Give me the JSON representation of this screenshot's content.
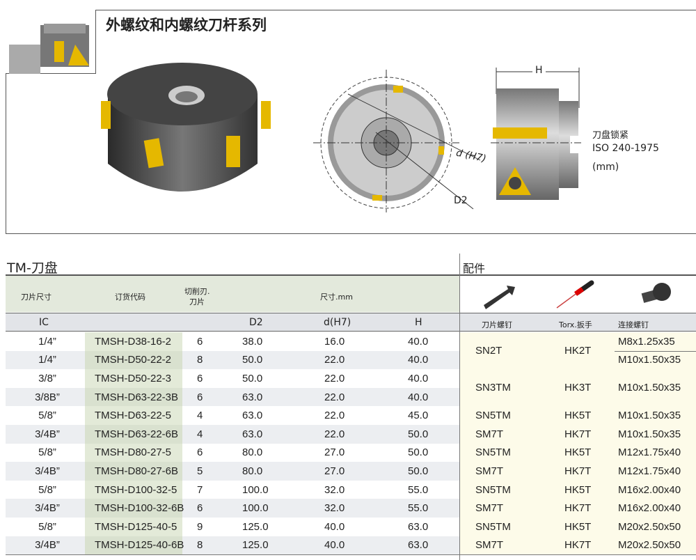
{
  "header": {
    "title": "外螺纹和内螺纹刀杆系列"
  },
  "drawing": {
    "dim_h": "H",
    "dim_d": "d (H7)",
    "dim_d2": "D2",
    "note_line1": "刀盘锁紧",
    "note_line2": "ISO 240-1975",
    "note_line3": "(mm)"
  },
  "colors": {
    "insert": "#e5b800",
    "code_col": "#e3ead8",
    "accessory_bg": "#fdfbe9",
    "header_bg": "#e3e9dc"
  },
  "section_left": "TM-刀盘",
  "section_right": "配件",
  "columns": {
    "ic_cn": "刀片尺寸",
    "code_cn": "订货代码",
    "teeth_cn1": "切削刃.",
    "teeth_cn2": "刀片",
    "dims_cn": "尺寸.mm",
    "ic": "IC",
    "d2": "D2",
    "dh7": "d(H7)",
    "h": "H",
    "screw": "刀片螺钉",
    "torx": "Torx.扳手",
    "conn": "连接螺钉"
  },
  "rows": [
    [
      "1/4”",
      "TMSH-D38-16-2",
      "6",
      "38.0",
      "16.0",
      "40.0"
    ],
    [
      "1/4”",
      "TMSH-D50-22-2",
      "8",
      "50.0",
      "22.0",
      "40.0"
    ],
    [
      "3/8”",
      "TMSH-D50-22-3",
      "6",
      "50.0",
      "22.0",
      "40.0"
    ],
    [
      "3/8B”",
      "TMSH-D63-22-3B",
      "6",
      "63.0",
      "22.0",
      "40.0"
    ],
    [
      "5/8”",
      "TMSH-D63-22-5",
      "4",
      "63.0",
      "22.0",
      "45.0"
    ],
    [
      "3/4B”",
      "TMSH-D63-22-6B",
      "4",
      "63.0",
      "22.0",
      "50.0"
    ],
    [
      "5/8”",
      "TMSH-D80-27-5",
      "6",
      "80.0",
      "27.0",
      "50.0"
    ],
    [
      "3/4B”",
      "TMSH-D80-27-6B",
      "5",
      "80.0",
      "27.0",
      "50.0"
    ],
    [
      "5/8”",
      "TMSH-D100-32-5",
      "7",
      "100.0",
      "32.0",
      "55.0"
    ],
    [
      "3/4B”",
      "TMSH-D100-32-6B",
      "6",
      "100.0",
      "32.0",
      "55.0"
    ],
    [
      "5/8”",
      "TMSH-D125-40-5",
      "9",
      "125.0",
      "40.0",
      "63.0"
    ],
    [
      "3/4B”",
      "TMSH-D125-40-6B",
      "8",
      "125.0",
      "40.0",
      "63.0"
    ]
  ],
  "accessories": [
    {
      "rows": 2,
      "screw": "SN2T",
      "torx": "HK2T",
      "conn": [
        "M8x1.25x35",
        "M10x1.50x35"
      ]
    },
    {
      "rows": 2,
      "screw": "SN3TM",
      "torx": "HK3T",
      "conn": [
        "M10x1.50x35"
      ]
    },
    {
      "rows": 1,
      "screw": "SN5TM",
      "torx": "HK5T",
      "conn": [
        "M10x1.50x35"
      ]
    },
    {
      "rows": 1,
      "screw": "SM7T",
      "torx": "HK7T",
      "conn": [
        "M10x1.50x35"
      ]
    },
    {
      "rows": 1,
      "screw": "SN5TM",
      "torx": "HK5T",
      "conn": [
        "M12x1.75x40"
      ]
    },
    {
      "rows": 1,
      "screw": "SM7T",
      "torx": "HK7T",
      "conn": [
        "M12x1.75x40"
      ]
    },
    {
      "rows": 1,
      "screw": "SN5TM",
      "torx": "HK5T",
      "conn": [
        "M16x2.00x40"
      ]
    },
    {
      "rows": 1,
      "screw": "SM7T",
      "torx": "HK7T",
      "conn": [
        "M16x2.00x40"
      ]
    },
    {
      "rows": 1,
      "screw": "SN5TM",
      "torx": "HK5T",
      "conn": [
        "M20x2.50x50"
      ]
    },
    {
      "rows": 1,
      "screw": "SM7T",
      "torx": "HK7T",
      "conn": [
        "M20x2.50x50"
      ]
    }
  ]
}
